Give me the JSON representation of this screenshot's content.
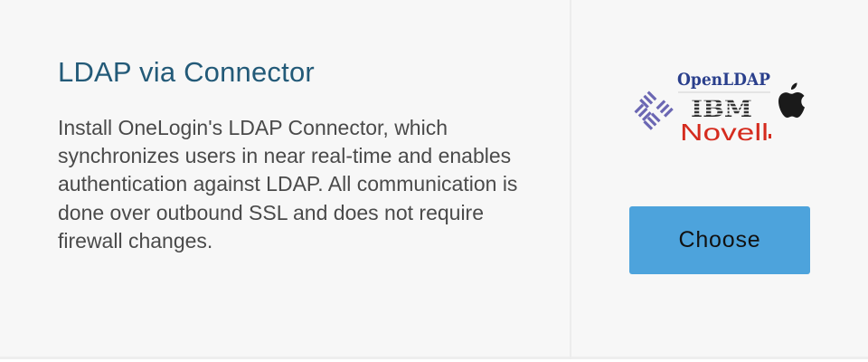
{
  "card": {
    "title": "LDAP via Connector",
    "description": "Install OneLogin's LDAP Connector, which synchronizes users in near real-time and enables authentication against LDAP. All communication is done over outbound SSL and does not require firewall changes.",
    "choose_label": "Choose"
  },
  "logos": {
    "openldap": "OpenLDAP",
    "ibm": "IBM",
    "novell": "Novell",
    "icons": [
      "sun-microsystems-logo-icon",
      "apple-logo-icon"
    ]
  },
  "colors": {
    "title": "#235a78",
    "text": "#4a4a4a",
    "button": "#4da3dc",
    "background": "#f7f7f7",
    "openldap": "#2a3f8c",
    "ibm": "#333333",
    "novell": "#d52b1e"
  }
}
